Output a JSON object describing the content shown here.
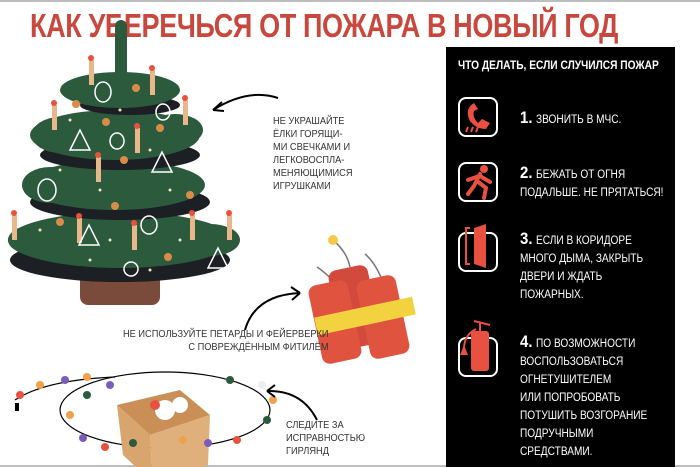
{
  "title": "КАК УБЕРЕЧЬСЯ ОТ ПОЖАРА В НОВЫЙ ГОД",
  "illustrations": {
    "tree": {
      "icon": "christmas-tree-icon",
      "caption": [
        "НЕ УКРАШАЙТЕ",
        "ЁЛКИ ГОРЯЩИ-",
        "МИ СВЕЧКАМИ И",
        "ЛЕГКОВОСПЛА-",
        "МЕНЯЮЩИМИСЯ",
        "ИГРУШКАМИ"
      ]
    },
    "firecrackers": {
      "icon": "firecracker-icon",
      "caption": [
        "НЕ ИСПОЛЬЗУЙТЕ ПЕТАРДЫ И ФЕЙЕРВЕРКИ",
        "С ПОВРЕЖДЁННЫМ ФИТИЛЁМ"
      ]
    },
    "garland": {
      "icon": "garland-icon",
      "caption": [
        "СЛЕДИТЕ ЗА",
        "ИСПРАВНОСТЬЮ",
        "ГИРЛЯНД"
      ]
    }
  },
  "panel": {
    "title": "ЧТО ДЕЛАТЬ, ЕСЛИ СЛУЧИЛСЯ ПОЖАР",
    "steps": [
      {
        "num": "1.",
        "icon": "phone-icon",
        "lines": [
          "ЗВОНИТЬ В МЧС."
        ]
      },
      {
        "num": "2.",
        "icon": "running-man-icon",
        "lines": [
          "БЕЖАТЬ ОТ ОГНЯ",
          "ПОДАЛЬШЕ. НЕ ПРЯТАТЬСЯ!"
        ]
      },
      {
        "num": "3.",
        "icon": "door-icon",
        "lines": [
          "ЕСЛИ В КОРИДОРЕ",
          "МНОГО ДЫМА, ЗАКРЫТЬ",
          "ДВЕРИ И ЖДАТЬ",
          "ПОЖАРНЫХ."
        ]
      },
      {
        "num": "4.",
        "icon": "fire-extinguisher-icon",
        "lines": [
          "ПО ВОЗМОЖНОСТИ",
          "ВОСПОЛЬЗОВАТЬСЯ",
          "ОГНЕТУШИТЕЛЕМ",
          "ИЛИ ПОПРОБОВАТЬ",
          "ПОТУШИТЬ ВОЗГОРАНИЕ",
          "ПОДРУЧНЫМИ",
          "СРЕДСТВАМИ."
        ]
      }
    ]
  },
  "colors": {
    "accent_red": "#c9483d",
    "icon_red": "#e8513f",
    "tree_green": "#2b5a3d",
    "tree_dark": "#1c1f24",
    "pot_brown": "#7a4b3a",
    "candle": "#e8b88a",
    "star": "#d98c4a",
    "box": "#d9a56e",
    "panel_bg": "#000000"
  }
}
